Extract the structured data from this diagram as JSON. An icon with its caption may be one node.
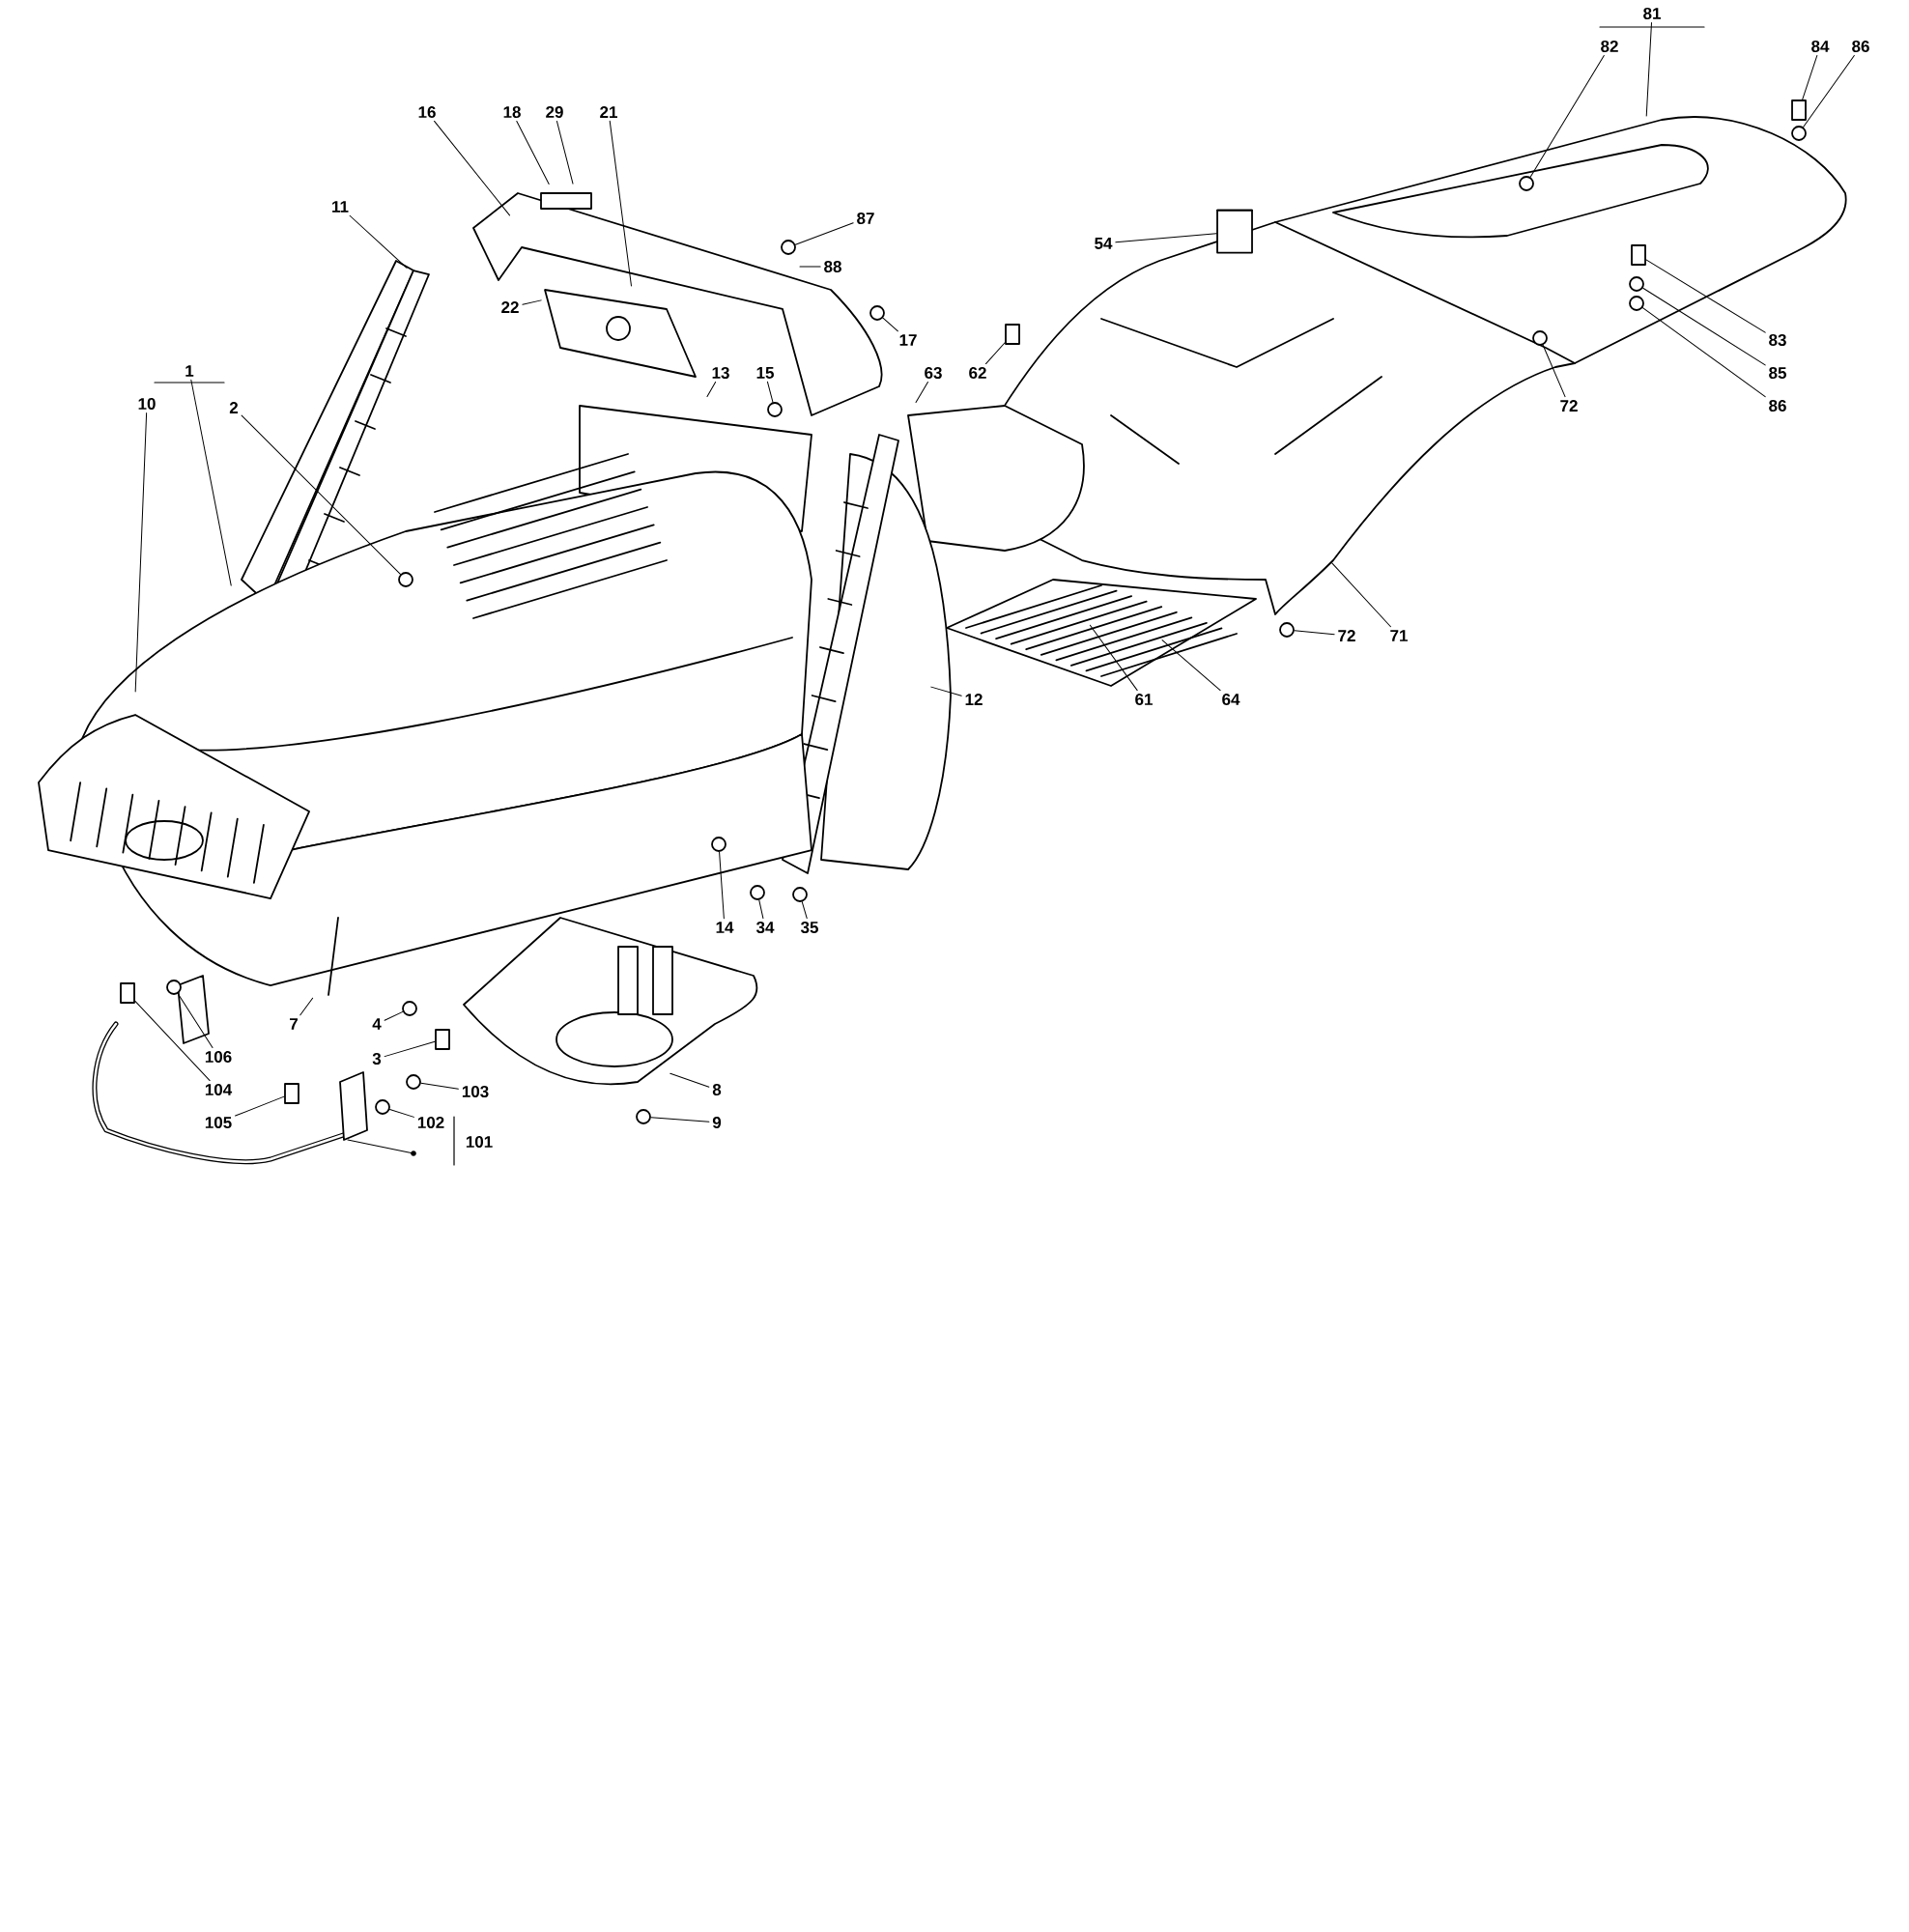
{
  "diagram": {
    "nodes": [
      {
        "text": [
          "81"
        ]
      },
      {
        "text": [
          "82"
        ]
      },
      {
        "text": [
          "84"
        ]
      },
      {
        "text": [
          "86"
        ]
      },
      {
        "text": [
          "16"
        ]
      },
      {
        "text": [
          "18"
        ]
      },
      {
        "text": [
          "29"
        ]
      },
      {
        "text": [
          "21"
        ]
      },
      {
        "text": [
          "11"
        ]
      },
      {
        "text": [
          "87"
        ]
      },
      {
        "text": [
          "54"
        ]
      },
      {
        "text": [
          "88"
        ]
      },
      {
        "text": [
          "22"
        ]
      },
      {
        "text": [
          "83"
        ]
      },
      {
        "text": [
          "17"
        ]
      },
      {
        "text": [
          "1"
        ]
      },
      {
        "text": [
          "13"
        ]
      },
      {
        "text": [
          "15"
        ]
      },
      {
        "text": [
          "63"
        ]
      },
      {
        "text": [
          "62"
        ]
      },
      {
        "text": [
          "85"
        ]
      },
      {
        "text": [
          "10"
        ]
      },
      {
        "text": [
          "2"
        ]
      },
      {
        "text": [
          "72"
        ]
      },
      {
        "text": [
          "86"
        ]
      },
      {
        "text": [
          "72"
        ]
      },
      {
        "text": [
          "71"
        ]
      },
      {
        "text": [
          "61"
        ]
      },
      {
        "text": [
          "64"
        ]
      },
      {
        "text": [
          "12"
        ]
      },
      {
        "text": [
          "14"
        ]
      },
      {
        "text": [
          "34"
        ]
      },
      {
        "text": [
          "35"
        ]
      },
      {
        "text": [
          "7"
        ]
      },
      {
        "text": [
          "4"
        ]
      },
      {
        "text": [
          "106"
        ]
      },
      {
        "text": [
          "3"
        ]
      },
      {
        "text": [
          "104"
        ]
      },
      {
        "text": [
          "8"
        ]
      },
      {
        "text": [
          "103"
        ]
      },
      {
        "text": [
          "105"
        ]
      },
      {
        "text": [
          "9"
        ]
      },
      {
        "text": [
          "102"
        ]
      },
      {
        "text": [],
        "shape": "circle"
      },
      {
        "text": [],
        "shape": "box"
      },
      {
        "text": [],
        "shape": "circle"
      },
      {
        "text": [],
        "shape": "circle"
      },
      {
        "text": [],
        "shape": "cylinder"
      },
      {
        "text": [],
        "shape": "box"
      },
      {
        "text": [],
        "shape": "circle"
      },
      {
        "text": [],
        "shape": "circle"
      },
      {
        "text": [],
        "shape": "box"
      },
      {
        "text": [],
        "shape": "circle"
      },
      {
        "text": [],
        "shape": "circle"
      },
      {
        "text": [],
        "shape": "circle"
      },
      {
        "text": [],
        "shape": "circle"
      },
      {
        "text": [],
        "shape": "circle"
      },
      {
        "text": [],
        "shape": "circle"
      },
      {
        "text": [],
        "shape": "circle"
      },
      {
        "text": [],
        "shape": "circle"
      },
      {
        "text": [],
        "shape": "circle"
      },
      {
        "text": [],
        "shape": "circle"
      },
      {
        "text": [],
        "shape": "box"
      },
      {
        "text": [],
        "shape": "box"
      },
      {
        "text": [],
        "shape": "circle"
      },
      {
        "text": [],
        "shape": "circle"
      },
      {
        "text": [],
        "shape": "circle"
      },
      {
        "text": [],
        "shape": "box"
      }
    ],
    "edges": [
      {
        "from": 0,
        "to": null,
        "arrow": "none"
      },
      {
        "from": 1,
        "to": 43,
        "arrow": "none"
      },
      {
        "from": 2,
        "to": 44,
        "arrow": "none"
      },
      {
        "from": 3,
        "to": 45,
        "arrow": "none"
      },
      {
        "from": 4,
        "to": null,
        "arrow": "none"
      },
      {
        "from": 5,
        "to": null,
        "arrow": "none"
      },
      {
        "from": 6,
        "to": null,
        "arrow": "none"
      },
      {
        "from": 7,
        "to": null,
        "arrow": "none"
      },
      {
        "from": 8,
        "to": null,
        "arrow": "none"
      },
      {
        "from": 9,
        "to": 46,
        "arrow": "none"
      },
      {
        "from": 10,
        "to": 47,
        "arrow": "none"
      },
      {
        "from": 11,
        "to": null,
        "arrow": "none"
      },
      {
        "from": 12,
        "to": null,
        "arrow": "none"
      },
      {
        "from": 13,
        "to": 48,
        "arrow": "none"
      },
      {
        "from": 14,
        "to": 49,
        "arrow": "none"
      },
      {
        "from": 15,
        "to": null,
        "arrow": "none"
      },
      {
        "from": 16,
        "to": null,
        "arrow": "none"
      },
      {
        "from": 17,
        "to": 50,
        "arrow": "none"
      },
      {
        "from": 18,
        "to": null,
        "arrow": "none"
      },
      {
        "from": 19,
        "to": 51,
        "arrow": "none"
      },
      {
        "from": 20,
        "to": 52,
        "arrow": "none"
      },
      {
        "from": 21,
        "to": null,
        "arrow": "none"
      },
      {
        "from": 22,
        "to": 53,
        "arrow": "none"
      },
      {
        "from": 23,
        "to": 54,
        "arrow": "none"
      },
      {
        "from": 24,
        "to": 55,
        "arrow": "none"
      },
      {
        "from": 25,
        "to": 56,
        "arrow": "none"
      },
      {
        "from": 26,
        "to": null,
        "arrow": "none"
      },
      {
        "from": 27,
        "to": null,
        "arrow": "none"
      },
      {
        "from": 28,
        "to": null,
        "arrow": "none"
      },
      {
        "from": 29,
        "to": null,
        "arrow": "none"
      },
      {
        "from": 30,
        "to": 57,
        "arrow": "none"
      },
      {
        "from": 31,
        "to": 58,
        "arrow": "none"
      },
      {
        "from": 32,
        "to": 59,
        "arrow": "none"
      },
      {
        "from": 33,
        "to": null,
        "arrow": "none"
      },
      {
        "from": 34,
        "to": 60,
        "arrow": "none"
      },
      {
        "from": 35,
        "to": 61,
        "arrow": "none"
      },
      {
        "from": 36,
        "to": 62,
        "arrow": "none"
      },
      {
        "from": 37,
        "to": 67,
        "arrow": "none"
      },
      {
        "from": 38,
        "to": null,
        "arrow": "none"
      },
      {
        "from": 39,
        "to": 65,
        "arrow": "none"
      },
      {
        "from": 40,
        "to": 63,
        "arrow": "none"
      },
      {
        "from": 41,
        "to": 64,
        "arrow": "none"
      },
      {
        "from": 42,
        "to": 66,
        "arrow": "none"
      }
    ],
    "labels": [
      "101"
    ]
  }
}
